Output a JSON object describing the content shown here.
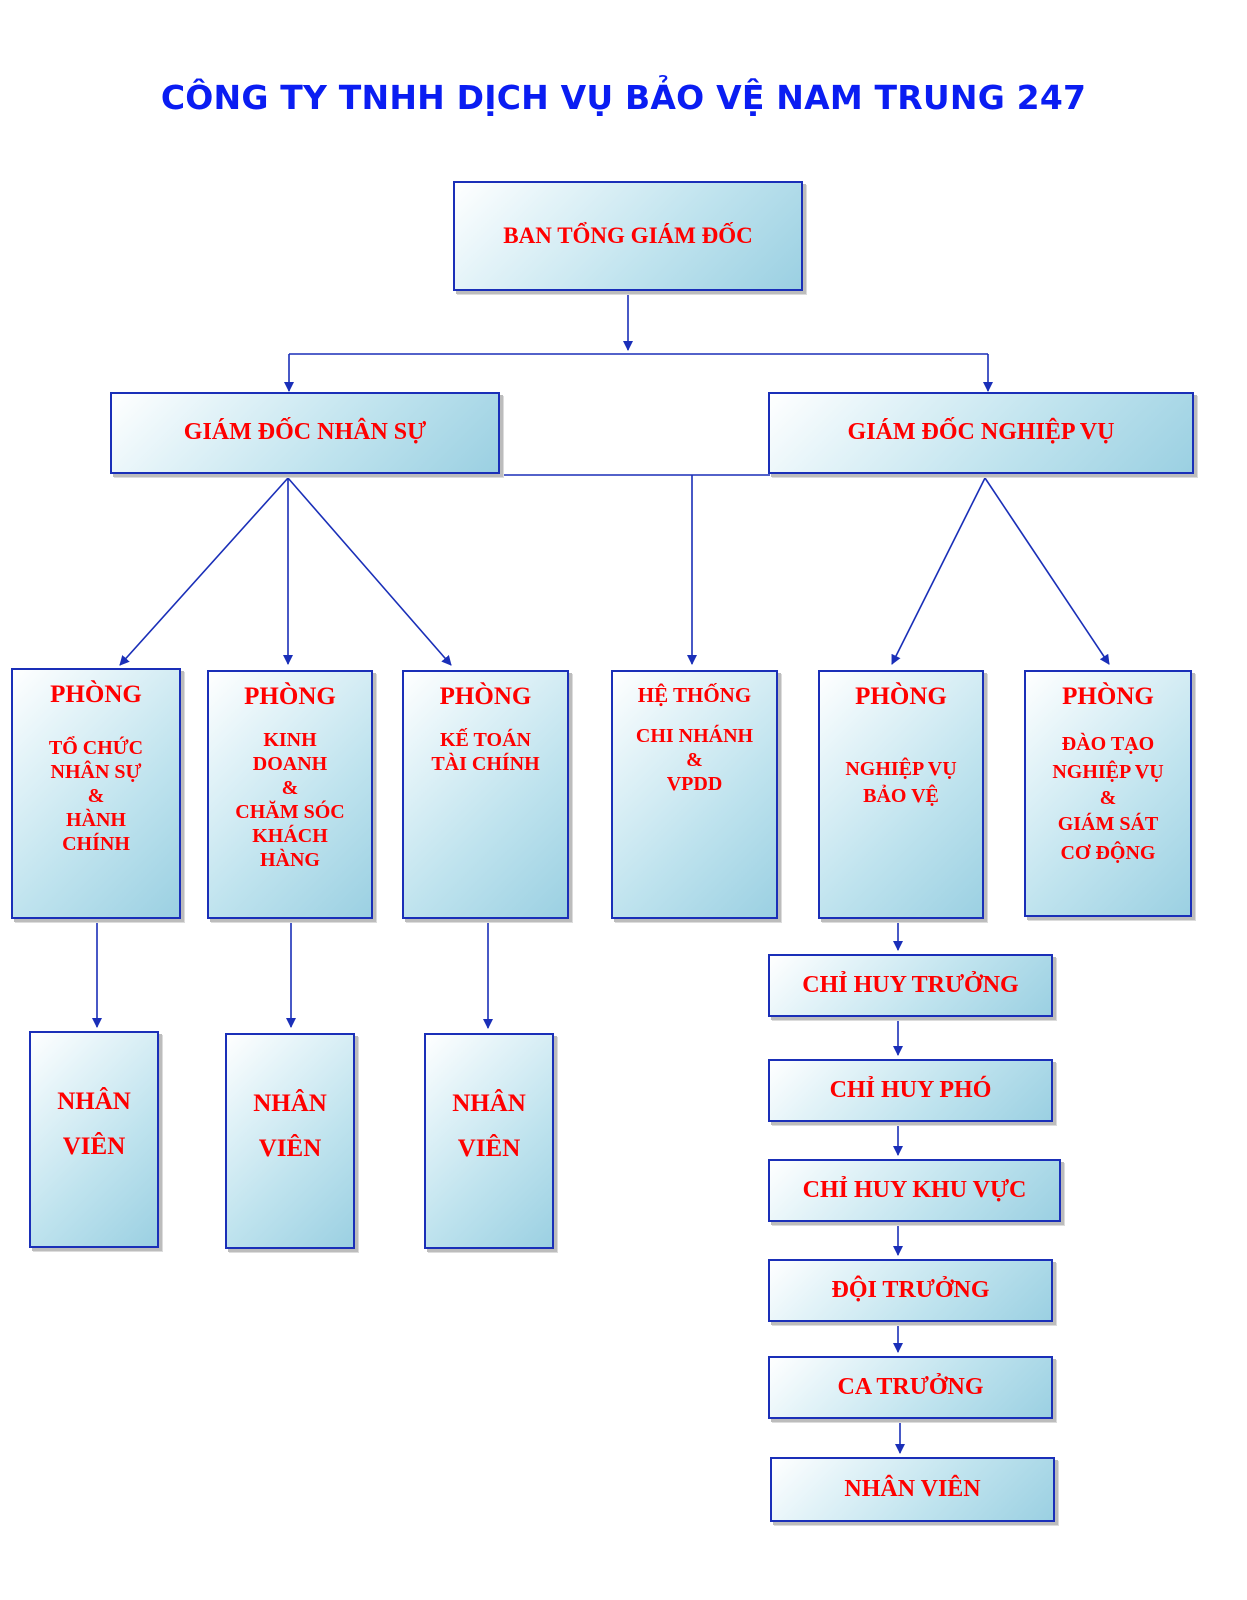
{
  "title": "CÔNG TY TNHH DỊCH VỤ BẢO VỆ NAM TRUNG 247",
  "colors": {
    "title": "#0a1df2",
    "box_text": "#ff0000",
    "border": "#1a2fb8",
    "arrow": "#1a2fb8"
  },
  "chart_data": {
    "type": "org-chart",
    "nodes": [
      {
        "id": "ceo",
        "label": "BAN TỔNG GIÁM ĐỐC"
      },
      {
        "id": "hr_director",
        "label": "GIÁM ĐỐC NHÂN SỰ"
      },
      {
        "id": "ops_director",
        "label": "GIÁM ĐỐC NGHIỆP VỤ"
      },
      {
        "id": "dept_hr",
        "head": "PHÒNG",
        "lines": [
          "TỔ CHỨC",
          "NHÂN SỰ",
          "&",
          "HÀNH",
          "CHÍNH"
        ]
      },
      {
        "id": "dept_sales",
        "head": "PHÒNG",
        "lines": [
          "KINH",
          "DOANH",
          "&",
          "CHĂM SÓC",
          "KHÁCH",
          "HÀNG"
        ]
      },
      {
        "id": "dept_acc",
        "head": "PHÒNG",
        "lines": [
          "KẾ TOÁN",
          "TÀI CHÍNH"
        ]
      },
      {
        "id": "branches",
        "head": "HỆ THỐNG",
        "lines": [
          "CHI NHÁNH",
          "&",
          "VPDD"
        ]
      },
      {
        "id": "dept_ops",
        "head": "PHÒNG",
        "lines": [
          "NGHIỆP VỤ",
          "BẢO VỆ"
        ]
      },
      {
        "id": "dept_train",
        "head": "PHÒNG",
        "lines": [
          "ĐÀO TẠO",
          "NGHIỆP VỤ",
          "&",
          "GIÁM SÁT",
          "CƠ ĐỘNG"
        ]
      },
      {
        "id": "staff_1",
        "lines": [
          "NHÂN",
          "VIÊN"
        ]
      },
      {
        "id": "staff_2",
        "lines": [
          "NHÂN",
          "VIÊN"
        ]
      },
      {
        "id": "staff_3",
        "lines": [
          "NHÂN",
          "VIÊN"
        ]
      },
      {
        "id": "chief",
        "label": "CHỈ HUY TRƯỞNG"
      },
      {
        "id": "deputy",
        "label": "CHỈ HUY PHÓ"
      },
      {
        "id": "area",
        "label": "CHỈ HUY KHU VỰC"
      },
      {
        "id": "team_leader",
        "label": "ĐỘI TRƯỞNG"
      },
      {
        "id": "shift_leader",
        "label": "CA TRƯỞNG"
      },
      {
        "id": "staff_ops",
        "label": "NHÂN VIÊN"
      }
    ],
    "edges": [
      [
        "ceo",
        "hr_director"
      ],
      [
        "ceo",
        "ops_director"
      ],
      [
        "hr_director",
        "dept_hr"
      ],
      [
        "hr_director",
        "dept_sales"
      ],
      [
        "hr_director",
        "dept_acc"
      ],
      [
        "hr_director",
        "branches"
      ],
      [
        "ops_director",
        "dept_ops"
      ],
      [
        "ops_director",
        "dept_train"
      ],
      [
        "dept_hr",
        "staff_1"
      ],
      [
        "dept_sales",
        "staff_2"
      ],
      [
        "dept_acc",
        "staff_3"
      ],
      [
        "dept_ops",
        "chief"
      ],
      [
        "chief",
        "deputy"
      ],
      [
        "deputy",
        "area"
      ],
      [
        "area",
        "team_leader"
      ],
      [
        "team_leader",
        "shift_leader"
      ],
      [
        "shift_leader",
        "staff_ops"
      ]
    ]
  }
}
